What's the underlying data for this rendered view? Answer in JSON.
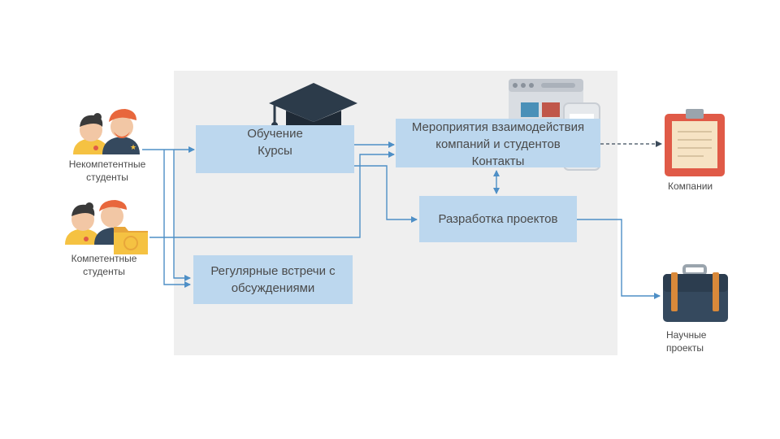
{
  "groups": {
    "incompetent": "Некомпетентные\nстуденты",
    "competent": "Компетентные\nстуденты"
  },
  "boxes": {
    "training": "Обучение\nКурсы",
    "events": "Мероприятия взаимодействия\nкомпаний и студентов\nКонтакты",
    "projects_dev": "Разработка проектов",
    "meetings": "Регулярные встречи с\nобсуждениями"
  },
  "outputs": {
    "companies": "Компании",
    "research": "Научные\nпроекты"
  },
  "icons": [
    "students-icon",
    "graduation-cap-icon",
    "browser-window-icon",
    "phone-icon",
    "folder-icon",
    "clipboard-icon",
    "briefcase-icon"
  ],
  "colors": {
    "panel": "#efefef",
    "box": "#bcd7ee",
    "arrow": "#4e8fc6",
    "clipboard": "#e05a47",
    "briefcase": "#35495e"
  }
}
